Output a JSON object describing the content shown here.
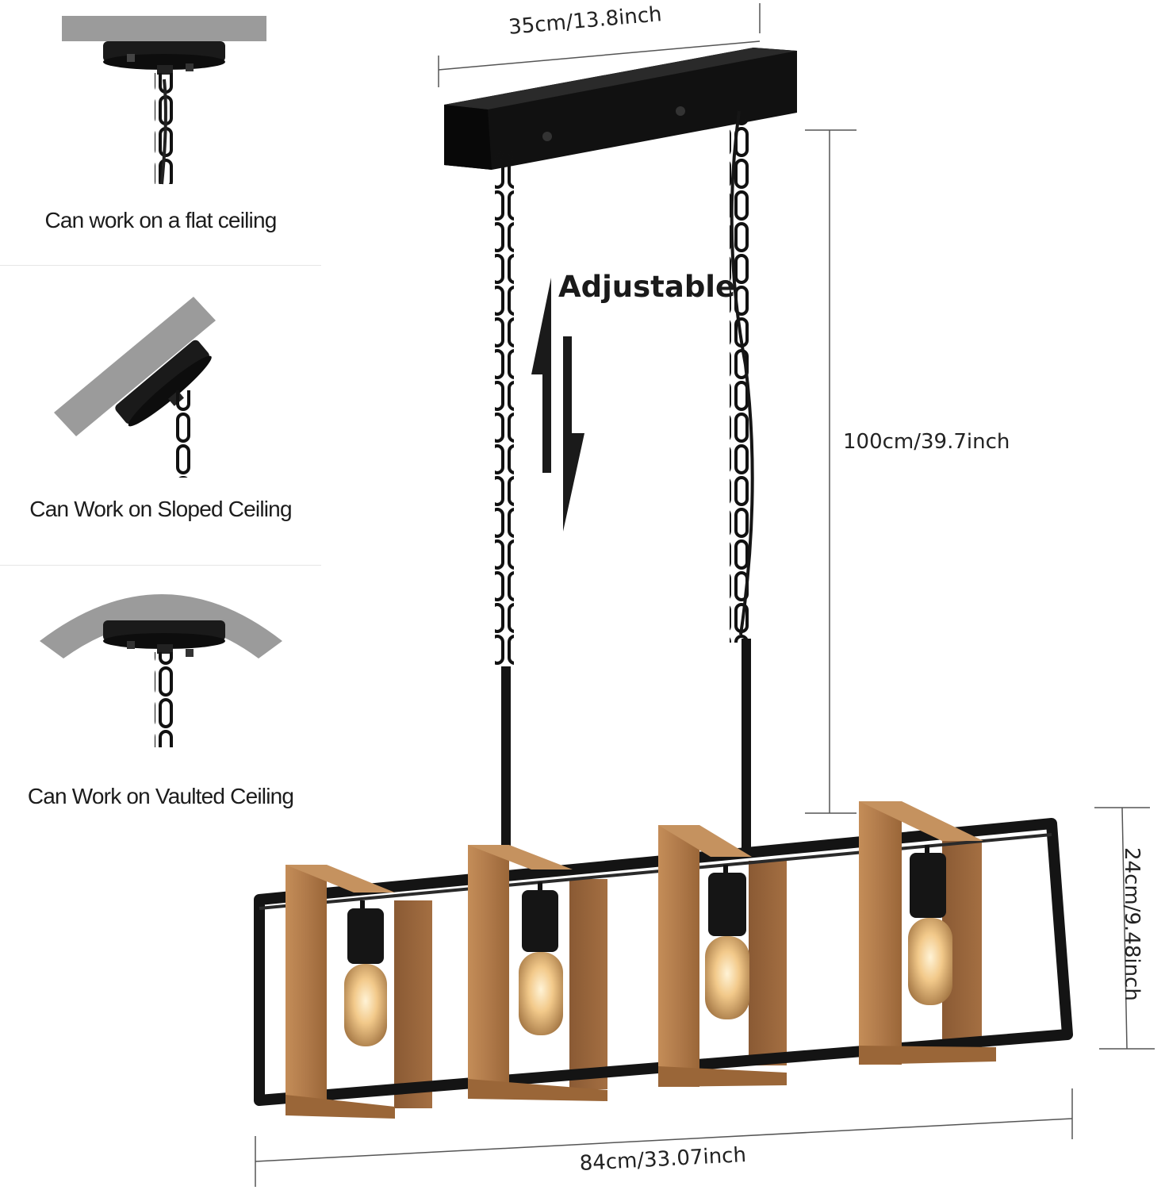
{
  "features": [
    {
      "caption": "Can work on a flat ceiling",
      "icon": "flat-ceiling-icon"
    },
    {
      "caption": "Can Work on Sloped Ceiling",
      "icon": "sloped-ceiling-icon"
    },
    {
      "caption": "Can Work on Vaulted Ceiling",
      "icon": "vaulted-ceiling-icon"
    }
  ],
  "dimensions": {
    "canopy_width": "35cm/13.8inch",
    "hanging_height": "100cm/39.7inch",
    "fixture_height": "24cm/9.48inch",
    "fixture_length": "84cm/33.07inch"
  },
  "adjustable_label": "Adjustable",
  "colors": {
    "metal": "#1b1b1b",
    "wood": "#b07a4a",
    "wood_dark": "#8a5a34",
    "ceiling_gray": "#9b9b9b",
    "bulb_glow": "#f2c98a"
  }
}
